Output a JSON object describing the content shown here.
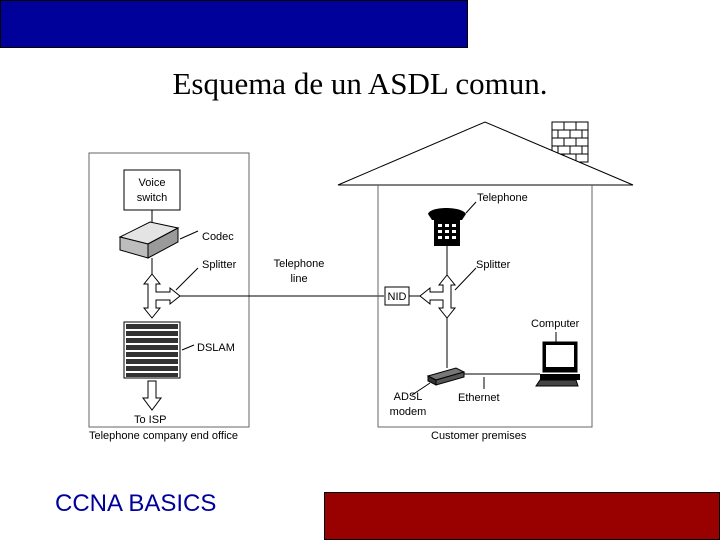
{
  "slide": {
    "title": "Esquema de un ASDL comun.",
    "footer": "CCNA BASICS"
  },
  "colors": {
    "top_bar": "#00009a",
    "bottom_bar": "#990000",
    "footer_text": "#00009a"
  },
  "diagram": {
    "office": {
      "voice_switch_line1": "Voice",
      "voice_switch_line2": "switch",
      "codec": "Codec",
      "splitter": "Splitter",
      "dslam": "DSLAM",
      "to_isp": "To ISP",
      "caption": "Telephone company end office"
    },
    "line": {
      "label_line1": "Telephone",
      "label_line2": "line"
    },
    "premises": {
      "telephone": "Telephone",
      "splitter": "Splitter",
      "nid": "NID",
      "computer": "Computer",
      "modem_line1": "ADSL",
      "modem_line2": "modem",
      "ethernet": "Ethernet",
      "caption": "Customer premises"
    }
  }
}
